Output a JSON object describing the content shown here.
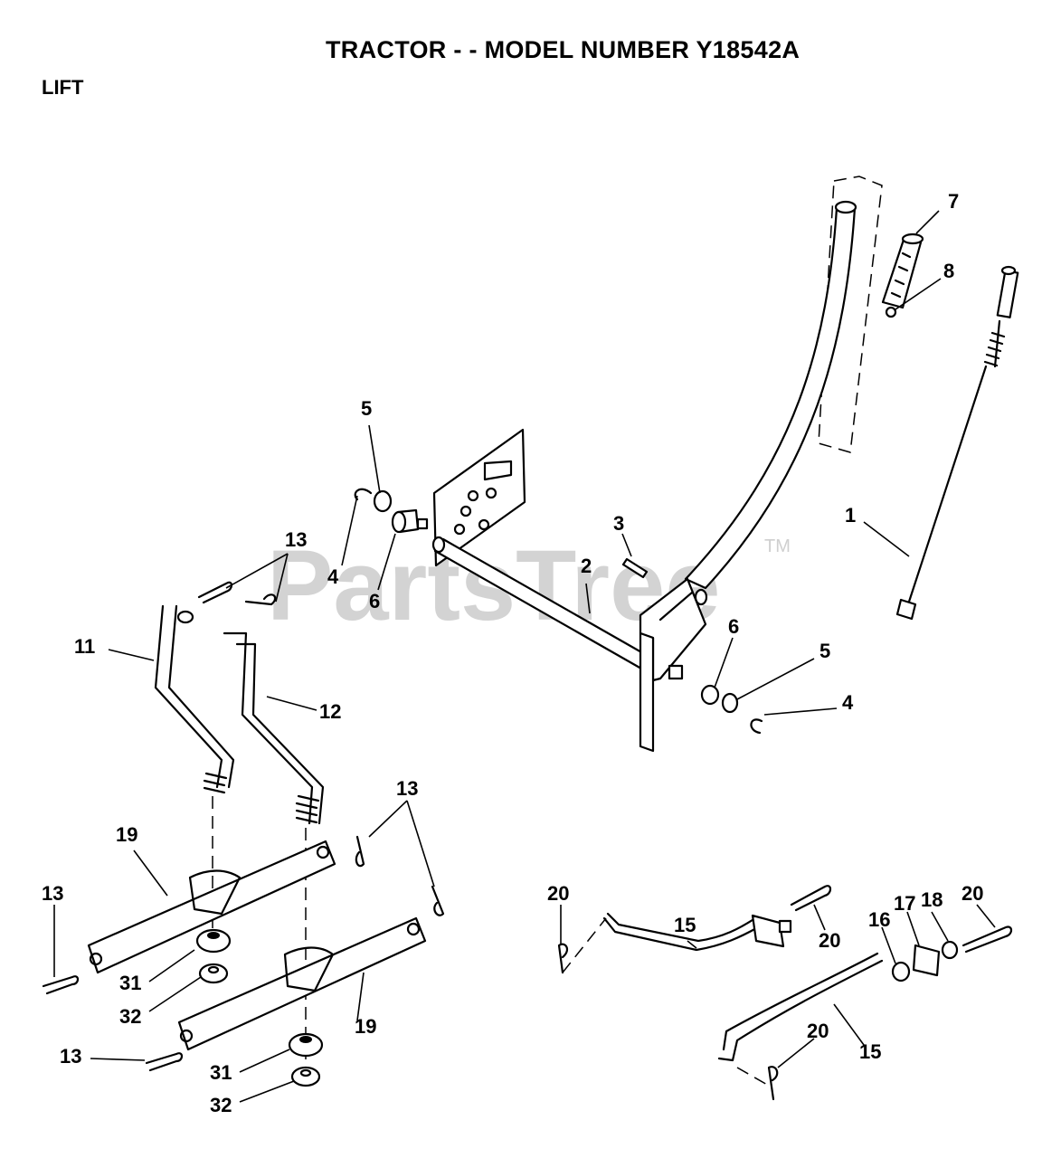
{
  "title": "TRACTOR - - MODEL NUMBER Y18542A",
  "section": "LIFT",
  "watermark": {
    "text": "PartsTree",
    "mark": "TM"
  },
  "callouts": {
    "c1": "1",
    "c2": "2",
    "c3": "3",
    "c4a": "4",
    "c4b": "4",
    "c5a": "5",
    "c5b": "5",
    "c6a": "6",
    "c6b": "6",
    "c7": "7",
    "c8": "8",
    "c11": "11",
    "c12": "12",
    "c13a": "13",
    "c13b": "13",
    "c13c": "13",
    "c13d": "13",
    "c15a": "15",
    "c15b": "15",
    "c16": "16",
    "c17": "17",
    "c18": "18",
    "c19a": "19",
    "c19b": "19",
    "c20a": "20",
    "c20b": "20",
    "c20c": "20",
    "c20d": "20",
    "c31a": "31",
    "c31b": "31",
    "c32a": "32",
    "c32b": "32"
  }
}
